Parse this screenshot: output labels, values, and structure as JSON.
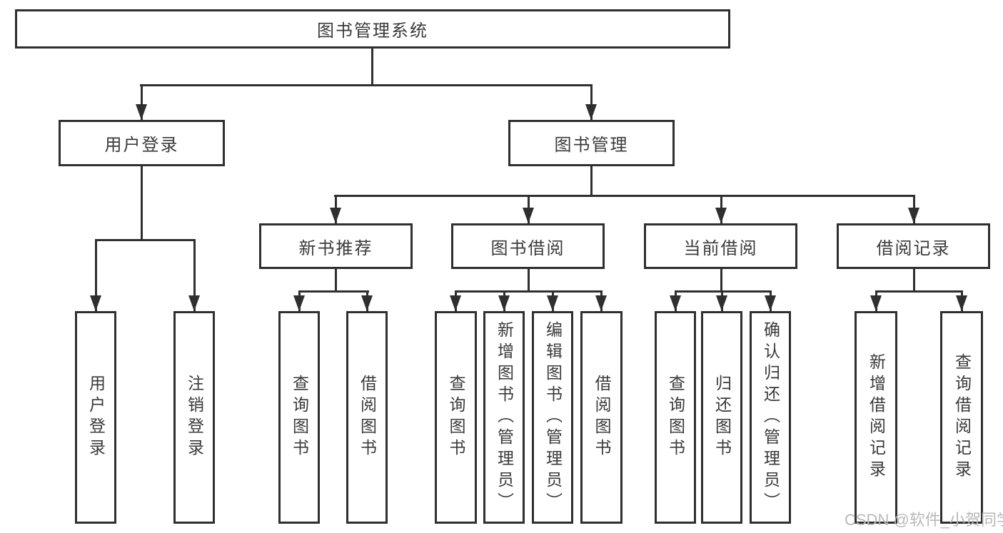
{
  "diagram": {
    "root": {
      "label": "图书管理系统"
    },
    "branches": [
      {
        "label": "用户登录",
        "leaves": [
          "用户登录",
          "注销登录"
        ]
      },
      {
        "label": "图书管理",
        "groups": [
          {
            "label": "新书推荐",
            "leaves": [
              "查询图书",
              "借阅图书"
            ]
          },
          {
            "label": "图书借阅",
            "leaves": [
              "查询图书",
              "新增图书（管理员）",
              "编辑图书（管理员）",
              "借阅图书"
            ]
          },
          {
            "label": "当前借阅",
            "leaves": [
              "查询图书",
              "归还图书",
              "确认归还（管理员）"
            ]
          },
          {
            "label": "借阅记录",
            "leaves": [
              "新增借阅记录",
              "查询借阅记录"
            ]
          }
        ]
      }
    ],
    "watermark": "CSDN @软件_小贺同学",
    "colors": {
      "line": "#2f2f2f",
      "text": "#3a3a3a",
      "watermark": "#b9b9b9",
      "background": "#ffffff"
    }
  }
}
